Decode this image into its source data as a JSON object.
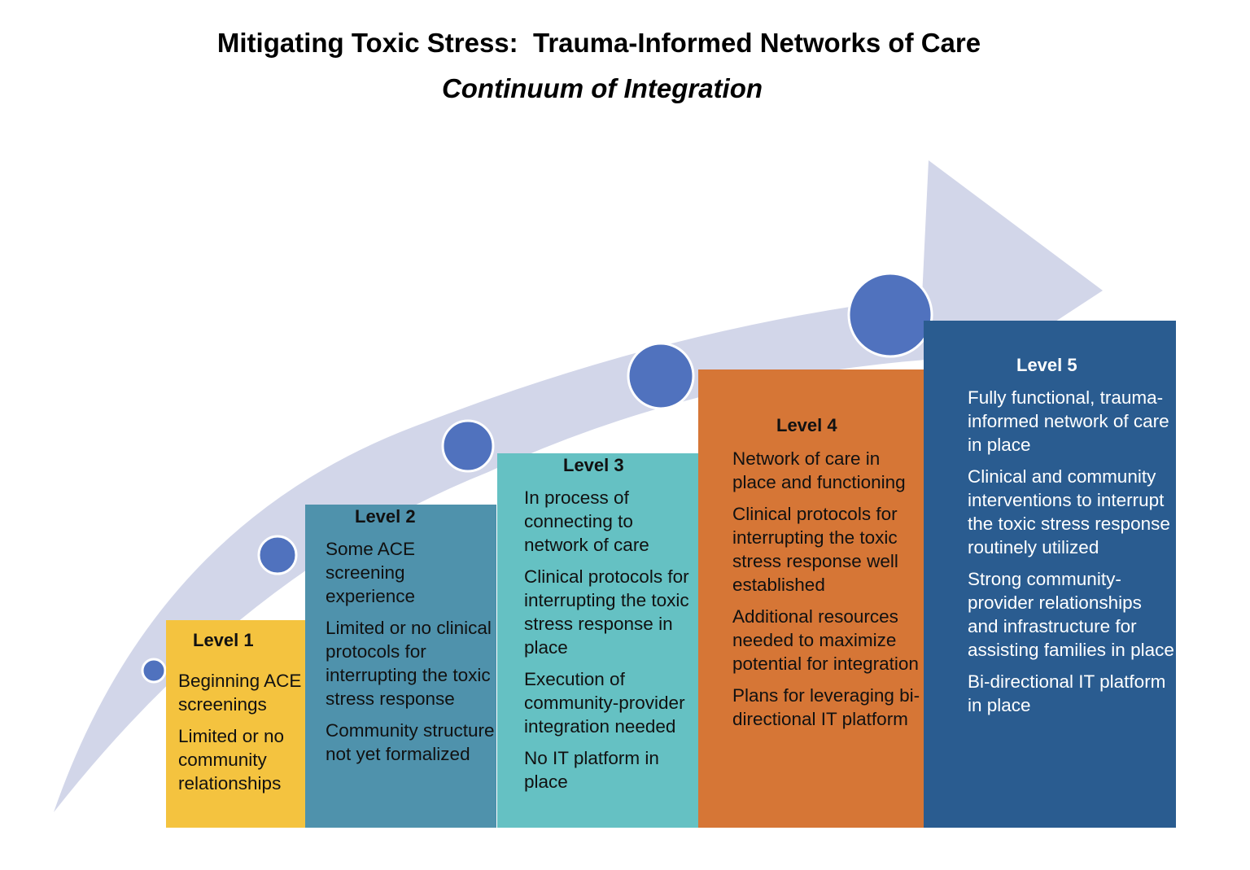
{
  "title": "Mitigating Toxic Stress:  Trauma-Informed Networks of Care",
  "subtitle": "Continuum of Integration",
  "colors": {
    "arrow": "#d2d6e9",
    "dot": "#5072be",
    "level1": "#f4c33f",
    "level2": "#4f92ac",
    "level3": "#65c1c3",
    "level4": "#d67636",
    "level5": "#2a5c90"
  },
  "levels": [
    {
      "title": "Level 1",
      "items": [
        "Beginning ACE screenings",
        "Limited or no community relationships"
      ]
    },
    {
      "title": "Level 2",
      "items": [
        "Some ACE screening experience",
        "Limited or no clinical protocols for interrupting the toxic stress response",
        "Community structure not yet formalized"
      ]
    },
    {
      "title": "Level 3",
      "items": [
        "In process of connecting to network of care",
        "Clinical protocols for interrupting the toxic stress response in place",
        "Execution of community-provider integration needed",
        "No IT platform in place"
      ]
    },
    {
      "title": "Level 4",
      "items": [
        "Network of care in place and functioning",
        "Clinical protocols for interrupting the toxic stress response well established",
        "Additional resources needed to maximize potential for integration",
        "Plans for leveraging bi-directional IT platform"
      ]
    },
    {
      "title": "Level 5",
      "items": [
        "Fully functional, trauma-informed network of care in place",
        "Clinical and community interventions to interrupt the toxic stress response routinely utilized",
        "Strong community-provider relationships and infrastructure for assisting families in place",
        "Bi-directional IT platform in place"
      ]
    }
  ]
}
